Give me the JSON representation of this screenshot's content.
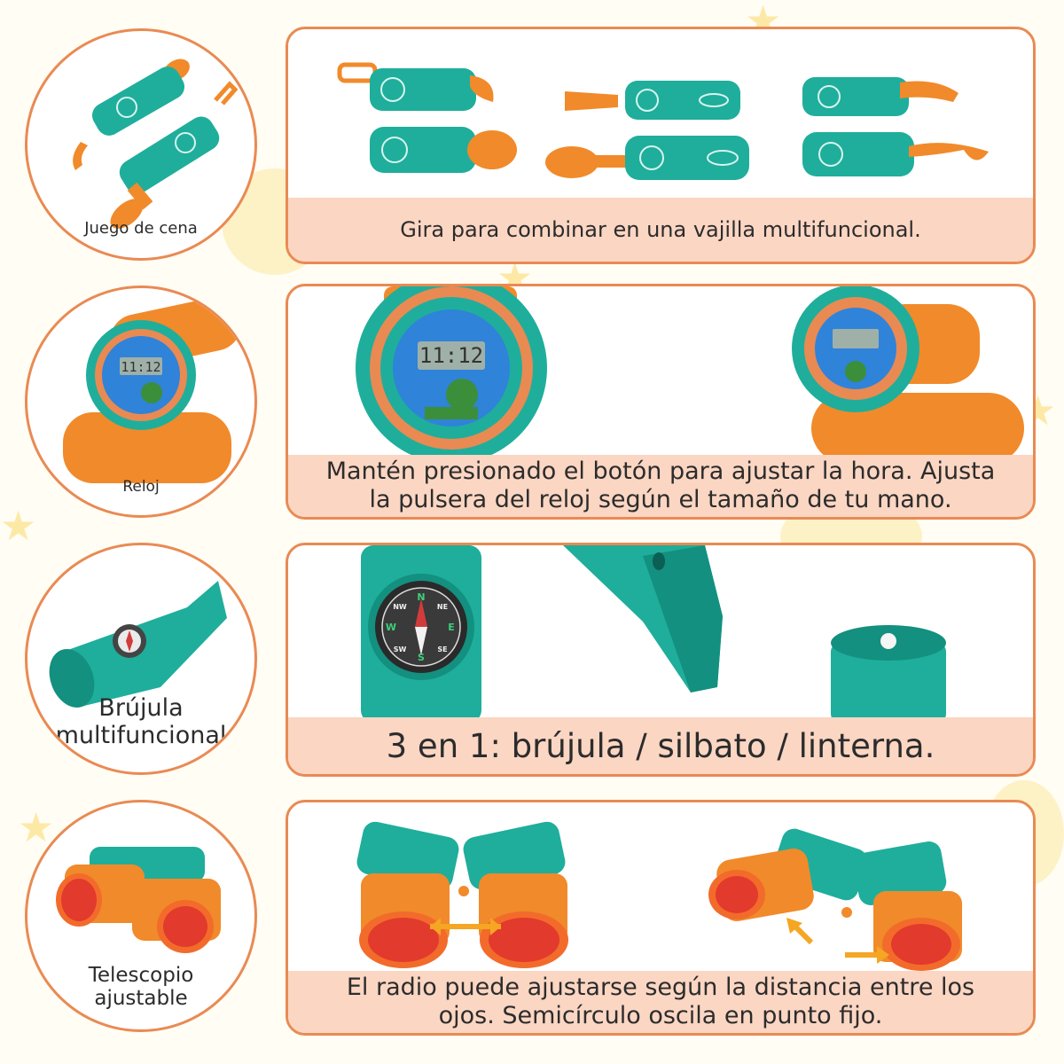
{
  "rows": [
    {
      "circle_label": "Juego de cena",
      "caption": "Gira para combinar en una vajilla multifuncional."
    },
    {
      "circle_label": "Reloj",
      "caption_lines": [
        "Mantén presionado el botón para ajustar la hora. Ajusta",
        "la pulsera del reloj según el tamaño de tu mano."
      ],
      "watch_time": "11:12"
    },
    {
      "circle_label_lines": [
        "Brújula",
        "multifuncional"
      ],
      "caption": "3 en 1: brújula / silbato / linterna.",
      "compass_points": [
        "N",
        "NE",
        "E",
        "SE",
        "S",
        "SW",
        "W",
        "NW"
      ]
    },
    {
      "circle_label_lines": [
        "Telescopio",
        "ajustable"
      ],
      "caption_lines": [
        "El radio puede ajustarse según la distancia entre los",
        "ojos. Semicírculo oscila en punto fijo."
      ]
    }
  ],
  "colors": {
    "border": "#e98a53",
    "caption_bg": "#fbd6c3",
    "teal": "#1fae9b",
    "teal_dark": "#13907f",
    "orange": "#f18a2a",
    "arrow": "#f5a623"
  }
}
